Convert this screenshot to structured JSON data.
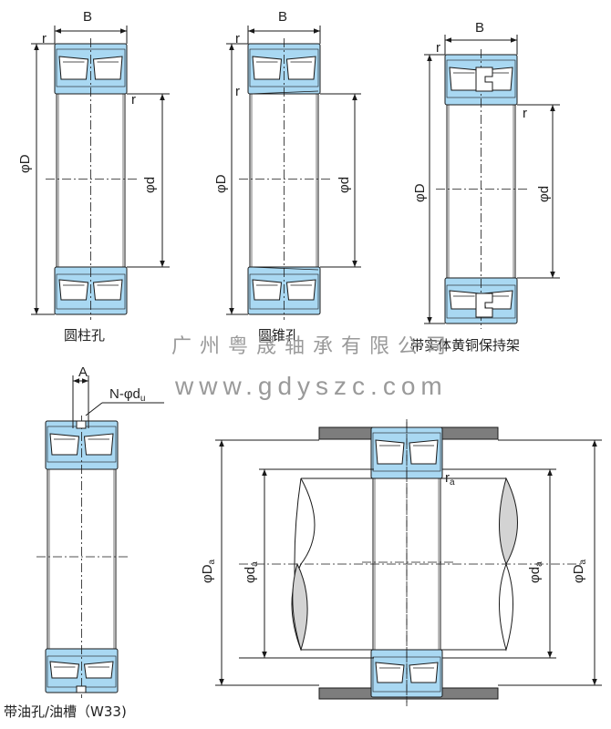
{
  "watermark": {
    "company": "广州粤晟轴承有限公司",
    "url": "www.gdyszc.com"
  },
  "captions": {
    "cylindrical_bore": "圆柱孔",
    "tapered_bore": "圆锥孔",
    "brass_cage": "带实体黄铜保持架",
    "oil_groove": "带油孔/油槽（W33)"
  },
  "dimension_labels": {
    "width": "B",
    "chamfer": "r",
    "outer_diameter": "φD",
    "bore_diameter": "φd",
    "oil_hole_offset": "A",
    "oil_hole_prefix": "N-",
    "oil_hole_symbol": "φd",
    "oil_hole_sub": "u",
    "abutment_outer": "φD",
    "abutment_outer_sub": "a",
    "abutment_inner": "φd",
    "abutment_inner_sub": "a",
    "fillet": "r",
    "fillet_sub": "a"
  },
  "colors": {
    "ring_fill": "#a9d8f2",
    "housing_fill": "#7d7d7d",
    "shaft_section": "#d3d3d3",
    "line": "#1a1a1a",
    "watermark": "#9a9a9a"
  }
}
